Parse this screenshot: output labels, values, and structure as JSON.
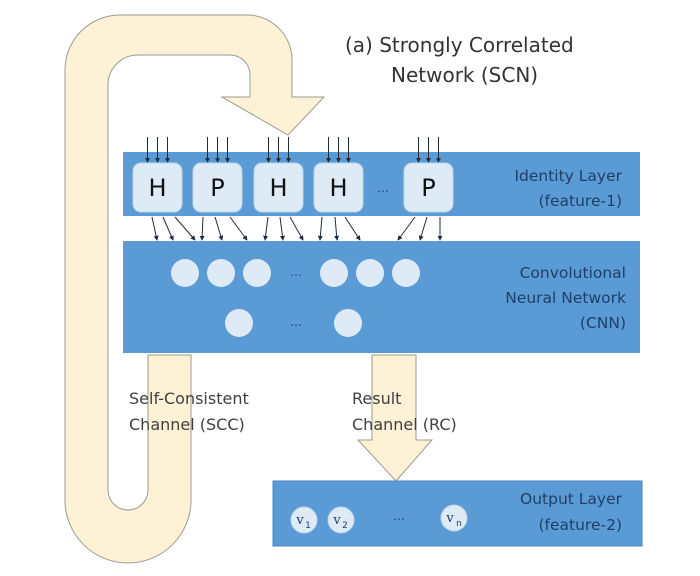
{
  "title": {
    "line1": "(a)  Strongly Correlated",
    "line2": "Network (SCN)"
  },
  "identity_layer": {
    "label_line1": "Identity Layer",
    "label_line2": "(feature-1)",
    "nodes": [
      "H",
      "P",
      "H",
      "H",
      "P"
    ],
    "ellipsis": "…"
  },
  "cnn_layer": {
    "label_line1": "Convolutional",
    "label_line2": "Neural Network",
    "label_line3": "(CNN)",
    "ellipsis": "…"
  },
  "output_layer": {
    "label_line1": "Output Layer",
    "label_line2": "(feature-2)",
    "nodes": [
      {
        "symbol": "v",
        "sub": "1"
      },
      {
        "symbol": "v",
        "sub": "2"
      },
      {
        "symbol": "v",
        "sub": "n"
      }
    ],
    "ellipsis": "…"
  },
  "channels": {
    "scc_line1": "Self-Consistent",
    "scc_line2": "Channel (SCC)",
    "rc_line1": "Result",
    "rc_line2": "Channel (RC)"
  },
  "colors": {
    "layer_fill": "#5b9bd5",
    "node_fill": "#deebf7",
    "arrow_fill": "#fdf1d6",
    "arrow_stroke": "#9c9a92",
    "label_text": "#1f3f66"
  }
}
